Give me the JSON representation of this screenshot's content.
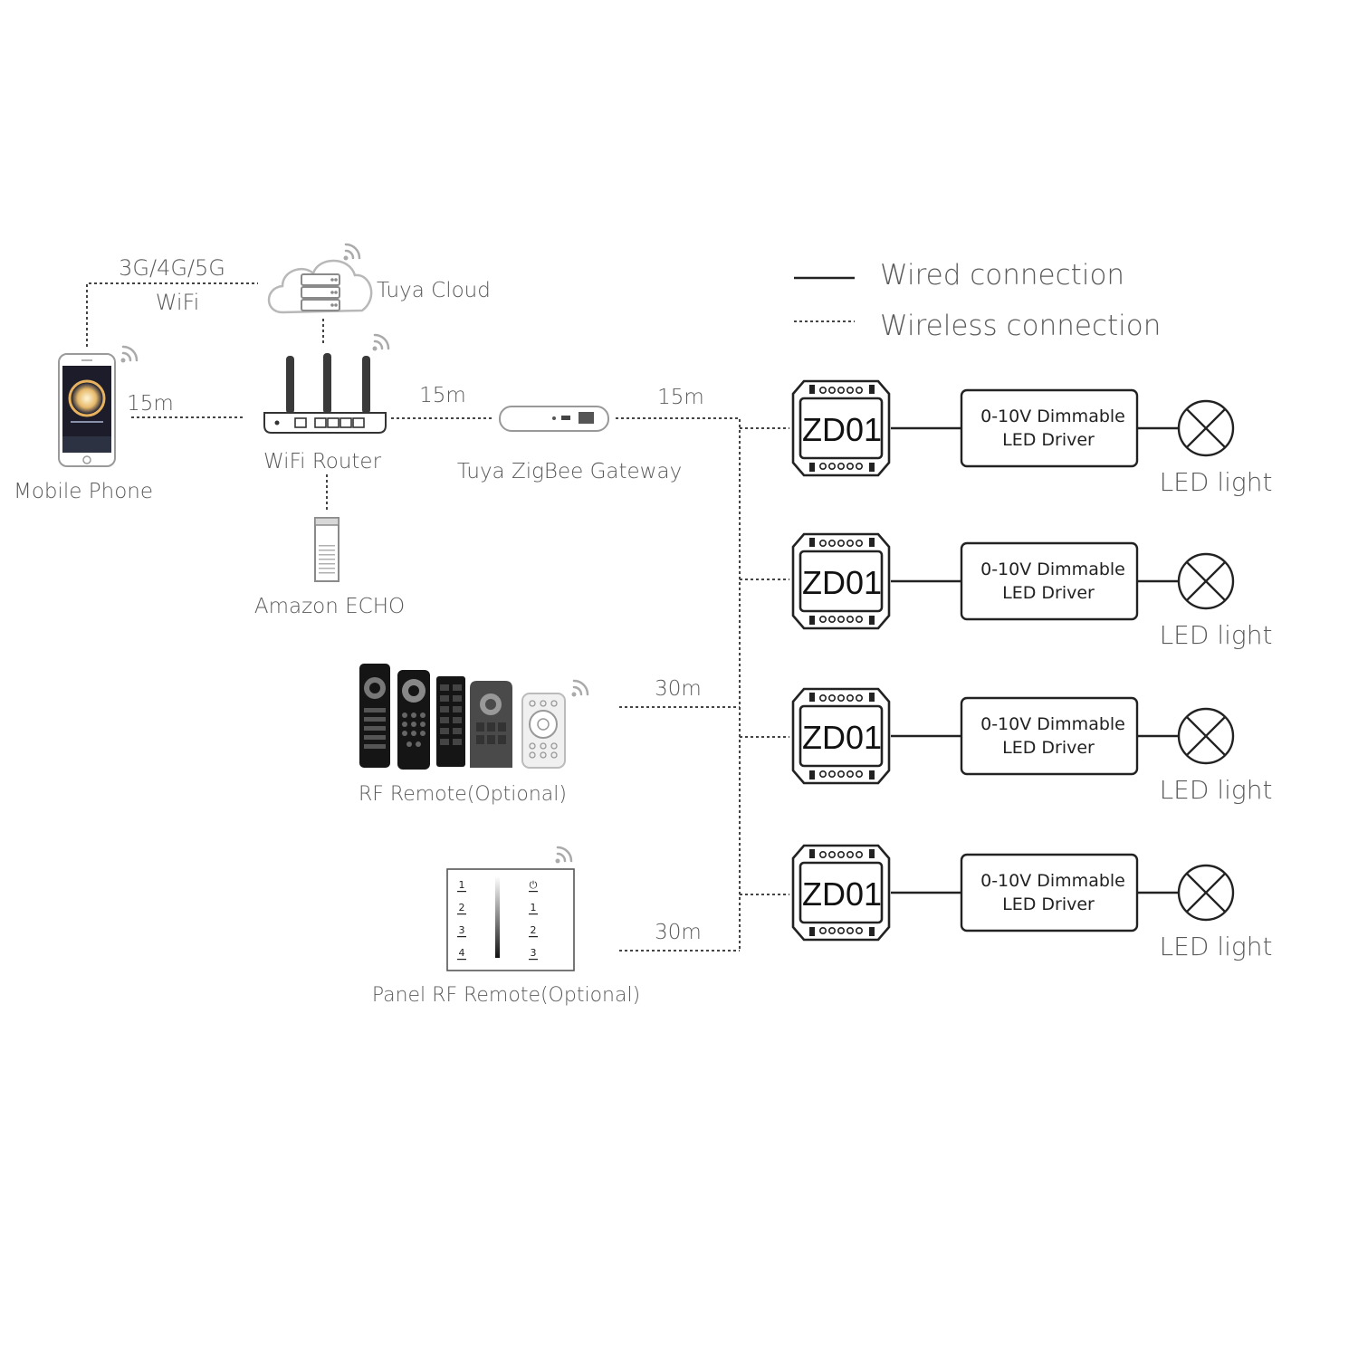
{
  "legend": {
    "wired": "Wired connection",
    "wireless": "Wireless connection"
  },
  "devices": {
    "phone": "Mobile Phone",
    "router": "WiFi Router",
    "cloud": "Tuya Cloud",
    "gateway": "Tuya ZigBee Gateway",
    "echo": "Amazon ECHO",
    "rf_remote": "RF Remote(Optional)",
    "panel_remote": "Panel RF Remote(Optional)"
  },
  "links": {
    "cellular_line1": "3G/4G/5G",
    "cellular_line2": "WiFi",
    "phone_router": "15m",
    "router_gateway": "15m",
    "gateway_receivers": "15m",
    "rf_remote": "30m",
    "panel_remote": "30m"
  },
  "panel_keys": {
    "left": [
      "1",
      "2",
      "3",
      "4"
    ],
    "right": [
      "⏻",
      "1",
      "2",
      "3"
    ]
  },
  "channels": [
    {
      "controller": "ZD01",
      "driver_line1": "0-10V Dimmable",
      "driver_line2": "LED Driver",
      "light": "LED light"
    },
    {
      "controller": "ZD01",
      "driver_line1": "0-10V Dimmable",
      "driver_line2": "LED Driver",
      "light": "LED light"
    },
    {
      "controller": "ZD01",
      "driver_line1": "0-10V Dimmable",
      "driver_line2": "LED Driver",
      "light": "LED light"
    },
    {
      "controller": "ZD01",
      "driver_line1": "0-10V Dimmable",
      "driver_line2": "LED Driver",
      "light": "LED light"
    }
  ]
}
